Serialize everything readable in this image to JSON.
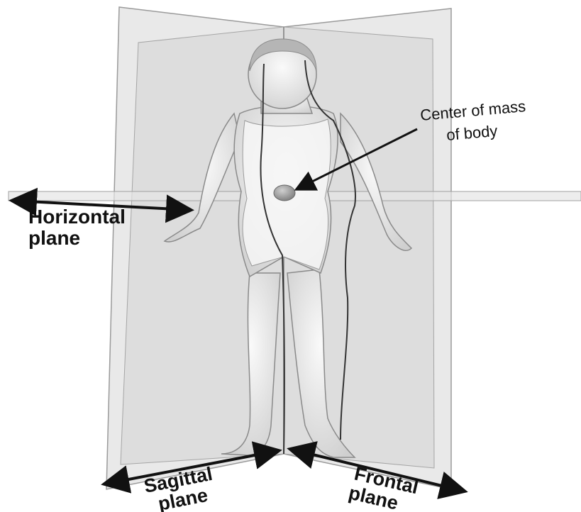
{
  "labels": {
    "center_of_mass_line1": "Center of mass",
    "center_of_mass_line2": "of body",
    "horizontal_line1": "Horizontal",
    "horizontal_line2": "plane",
    "sagittal_line1": "Sagittal",
    "sagittal_line2": "plane",
    "frontal_line1": "Frontal",
    "frontal_line2": "plane"
  },
  "colors": {
    "plane_fill": "#d8d8d8",
    "body_fill": "#efefef",
    "outline": "#7a7a7a",
    "arrow": "#111111",
    "center_of_mass": "#9a9a9a"
  }
}
